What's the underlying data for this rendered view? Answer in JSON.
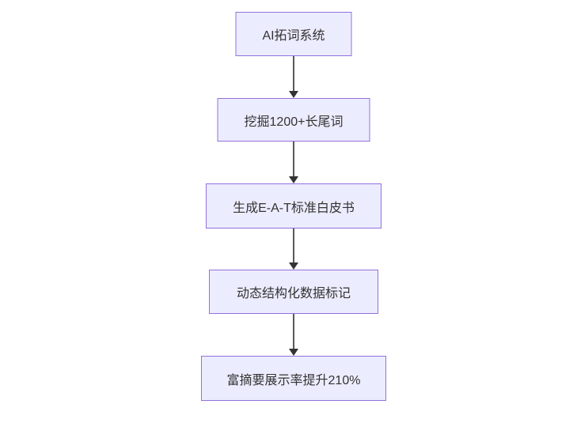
{
  "diagram": {
    "type": "flowchart",
    "direction": "top-down",
    "nodes": [
      {
        "id": "A",
        "label": "AI拓词系统"
      },
      {
        "id": "B",
        "label": "挖掘1200+长尾词"
      },
      {
        "id": "C",
        "label": "生成E-A-T标准白皮书"
      },
      {
        "id": "D",
        "label": "动态结构化数据标记"
      },
      {
        "id": "E",
        "label": "富摘要展示率提升210%"
      }
    ],
    "edges": [
      {
        "from": "A",
        "to": "B",
        "arrow": "down"
      },
      {
        "from": "B",
        "to": "C",
        "arrow": "down"
      },
      {
        "from": "C",
        "to": "D",
        "arrow": "down"
      },
      {
        "from": "D",
        "to": "E",
        "arrow": "down"
      }
    ],
    "colors": {
      "node_fill": "#ECECFF",
      "node_border": "#9370DB",
      "arrow_line": "#595959",
      "arrow_head": "#333333",
      "text": "#333333",
      "background": "#ffffff"
    }
  }
}
